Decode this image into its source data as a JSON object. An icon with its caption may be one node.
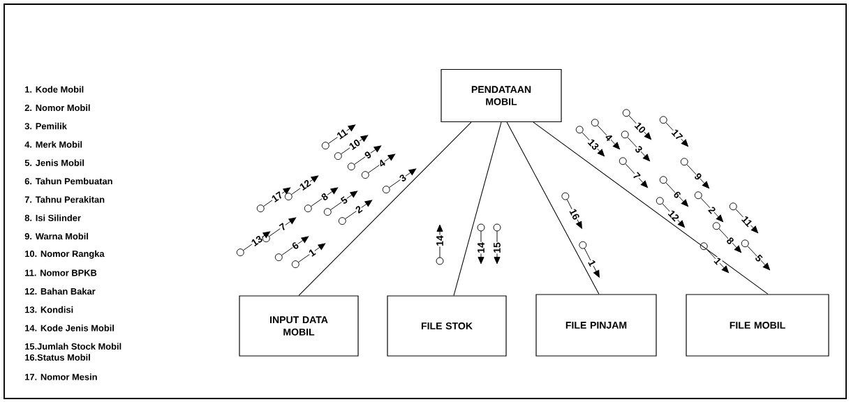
{
  "diagram": {
    "nodes": [
      {
        "text": [
          "PENDATAAN MOBIL"
        ]
      },
      {
        "text": [
          "INPUT DATA MOBIL"
        ]
      },
      {
        "text": [
          "FILE STOK"
        ]
      },
      {
        "text": [
          "FILE PINJAM"
        ]
      },
      {
        "text": [
          "FILE MOBIL"
        ]
      }
    ],
    "edges": [
      {
        "from": 0,
        "to": 1,
        "arrow": "none"
      },
      {
        "from": 0,
        "to": 2,
        "arrow": "none"
      },
      {
        "from": 0,
        "to": 3,
        "arrow": "none"
      },
      {
        "from": 0,
        "to": 4,
        "arrow": "none"
      }
    ],
    "labels": [
      "1. Kode Mobil",
      "2. Nomor Mobil",
      "3. Pemilik",
      "4. Merk Mobil",
      "5. Jenis Mobil",
      "6. Tahun Pembuatan",
      "7. Tahnu Perakitan",
      "8. Isi Silinder",
      "9. Warna Mobil",
      "10. Nomor Rangka",
      "11. Nomor BPKB",
      "12. Bahan Bakar",
      "13. Kondisi",
      "14. Kode Jenis Mobil",
      "15.Jumlah Stock Mobil",
      "16.Status Mobil",
      "17. Nomor Mesin",
      "11",
      "10",
      "9",
      "4",
      "3",
      "17",
      "12",
      "8",
      "5",
      "2",
      "13",
      "7",
      "6",
      "1",
      "14",
      "14",
      "15",
      "16",
      "1",
      "10",
      "17",
      "4",
      "13",
      "3",
      "7",
      "9",
      "6",
      "12",
      "2",
      "11",
      "8",
      "1",
      "5"
    ]
  }
}
